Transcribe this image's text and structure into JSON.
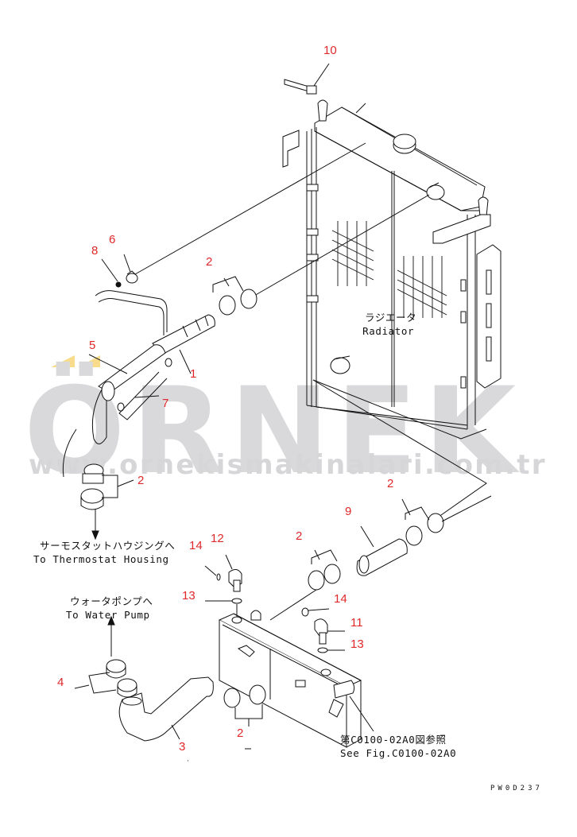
{
  "watermark": {
    "brand": "ÖRNEK",
    "url": "www.ornekismakinalari.com.tr",
    "text_color": "#d9d9db",
    "accent_color": "#f8dc8c"
  },
  "diagram": {
    "title": "Radiator hoses and piping (exploded parts view)",
    "main_component": {
      "jp": "ラジエータ",
      "en": "Radiator"
    },
    "callouts": [
      {
        "id": "c10",
        "label": "10"
      },
      {
        "id": "c6",
        "label": "6"
      },
      {
        "id": "c8",
        "label": "8"
      },
      {
        "id": "c2a",
        "label": "2"
      },
      {
        "id": "c5",
        "label": "5"
      },
      {
        "id": "c1",
        "label": "1"
      },
      {
        "id": "c7",
        "label": "7"
      },
      {
        "id": "c2b",
        "label": "2"
      },
      {
        "id": "c2c",
        "label": "2"
      },
      {
        "id": "c9",
        "label": "9"
      },
      {
        "id": "c2d",
        "label": "2"
      },
      {
        "id": "c14a",
        "label": "14"
      },
      {
        "id": "c12",
        "label": "12"
      },
      {
        "id": "c13a",
        "label": "13"
      },
      {
        "id": "c14b",
        "label": "14"
      },
      {
        "id": "c11",
        "label": "11"
      },
      {
        "id": "c13b",
        "label": "13"
      },
      {
        "id": "c4",
        "label": "4"
      },
      {
        "id": "c3",
        "label": "3"
      },
      {
        "id": "c2e",
        "label": "2"
      }
    ],
    "notes": {
      "thermostat": {
        "jp": "サーモスタットハウジングへ",
        "en": "To Thermostat Housing"
      },
      "water_pump": {
        "jp": "ウォータポンプへ",
        "en": "To Water Pump"
      },
      "see_fig": {
        "jp": "第C0100-02A0図参照",
        "en": "See Fig.C0100-02A0"
      }
    },
    "drawing_id": "PW0D237",
    "callout_color": "#e0282a",
    "line_color": "#111111"
  }
}
